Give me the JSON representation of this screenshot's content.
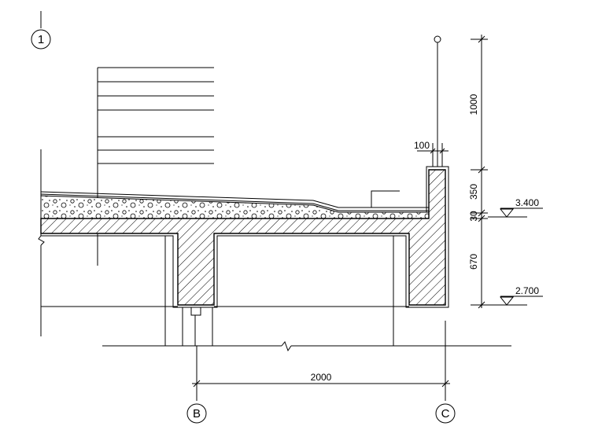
{
  "detail": {
    "number": "1"
  },
  "dimensions": {
    "railing_height": "1000",
    "parapet_thickness": "100",
    "upturn_height": "350",
    "slab_step": "30",
    "beam_depth": "670",
    "span": "2000"
  },
  "elevations": {
    "upper": "3.400",
    "lower": "2.700"
  },
  "axes": {
    "left": "B",
    "right": "C"
  }
}
